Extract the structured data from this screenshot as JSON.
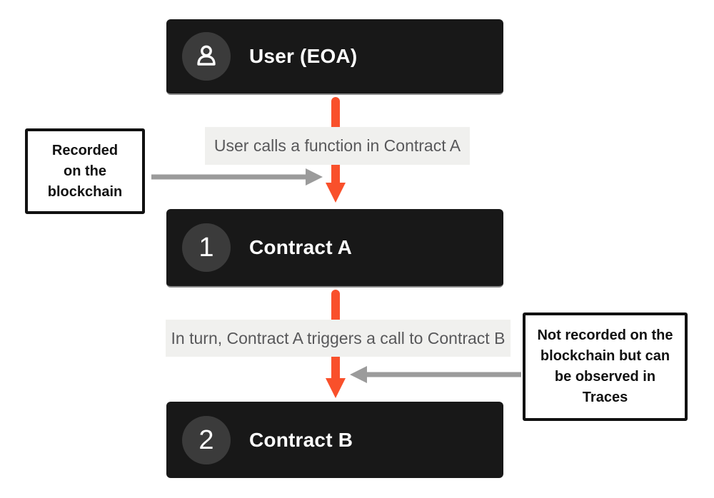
{
  "diagram": {
    "description": "Smart contract call flow: User (EOA) calls Contract A, which triggers Contract B"
  },
  "colors": {
    "accent_orange": "#F9502B",
    "node_background": "#181818",
    "badge_background": "#3B3B3B",
    "node_text": "#FFFFFF",
    "edge_label_background": "#F0F0EE",
    "edge_label_text": "#58585A",
    "arrow_gray": "#9B9B9B",
    "annotation_border": "#111111"
  },
  "flow": {
    "nodes": [
      {
        "id": "user",
        "title": "User (EOA)",
        "badge_icon": "user-icon"
      },
      {
        "id": "contract-a",
        "title": "Contract A",
        "badge": "1"
      },
      {
        "id": "contract-b",
        "title": "Contract B",
        "badge": "2"
      }
    ],
    "edge_labels": [
      {
        "text": "User calls a function in Contract A"
      },
      {
        "text": "In turn, Contract A triggers a call to Contract B"
      }
    ]
  },
  "annotations": {
    "left": {
      "text": "Recorded on the blockchain",
      "lines": [
        "Recorded",
        "on the",
        "blockchain"
      ]
    },
    "right": {
      "text": "Not recorded on the blockchain but can be observed in Traces",
      "lines": [
        "Not recorded on the",
        "blockchain but can",
        "be observed in",
        "Traces"
      ]
    }
  }
}
